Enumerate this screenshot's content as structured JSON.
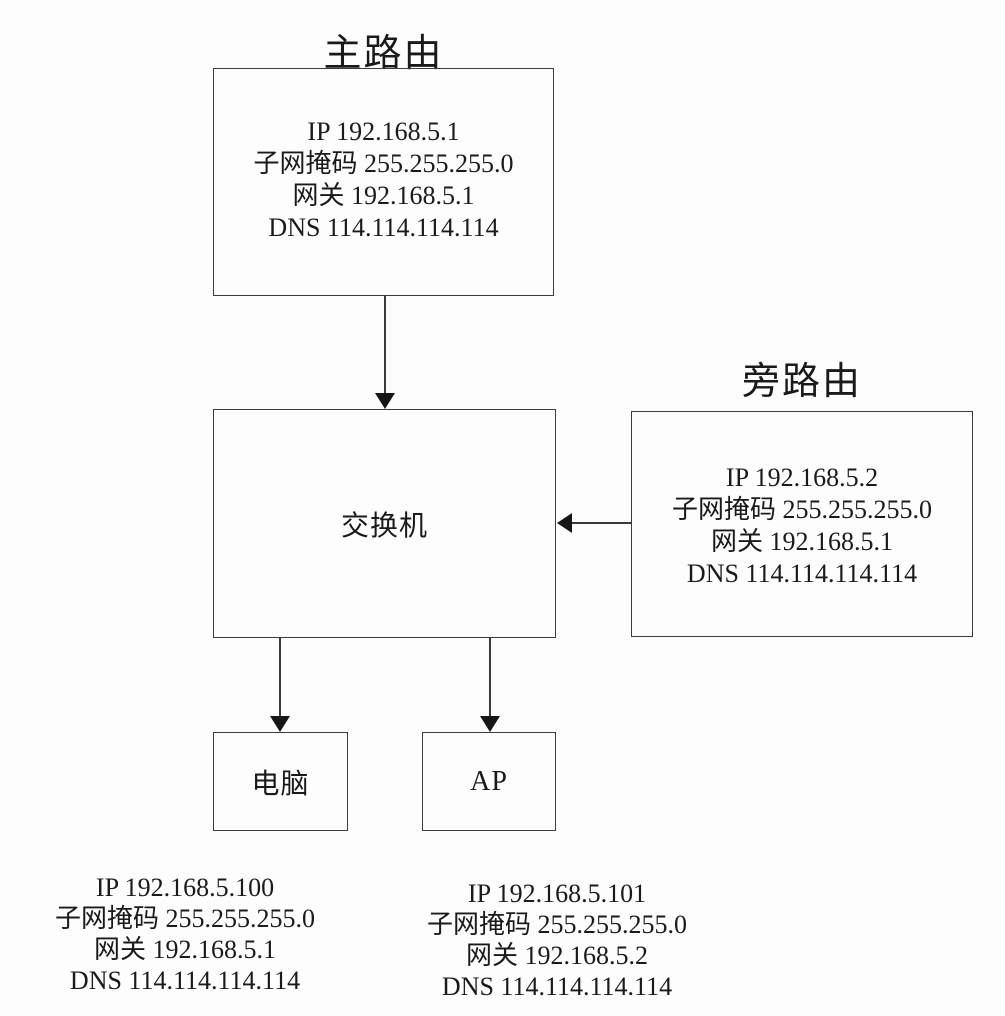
{
  "main_router": {
    "title": "主路由",
    "lines": [
      "IP 192.168.5.1",
      "子网掩码 255.255.255.0",
      "网关 192.168.5.1",
      "DNS 114.114.114.114"
    ]
  },
  "switch_node": {
    "label": "交换机"
  },
  "side_router": {
    "title": "旁路由",
    "lines": [
      "IP 192.168.5.2",
      "子网掩码 255.255.255.0",
      "网关 192.168.5.1",
      "DNS 114.114.114.114"
    ]
  },
  "computer": {
    "label": "电脑",
    "config": [
      "IP 192.168.5.100",
      "子网掩码 255.255.255.0",
      "网关 192.168.5.1",
      "DNS 114.114.114.114"
    ]
  },
  "ap": {
    "label": "AP",
    "config": [
      "IP 192.168.5.101",
      "子网掩码 255.255.255.0",
      "网关 192.168.5.2",
      "DNS 114.114.114.114"
    ]
  },
  "colors": {
    "line": "#3a3a3a",
    "text": "#1a1a1a",
    "background": "#fdfdfd"
  }
}
